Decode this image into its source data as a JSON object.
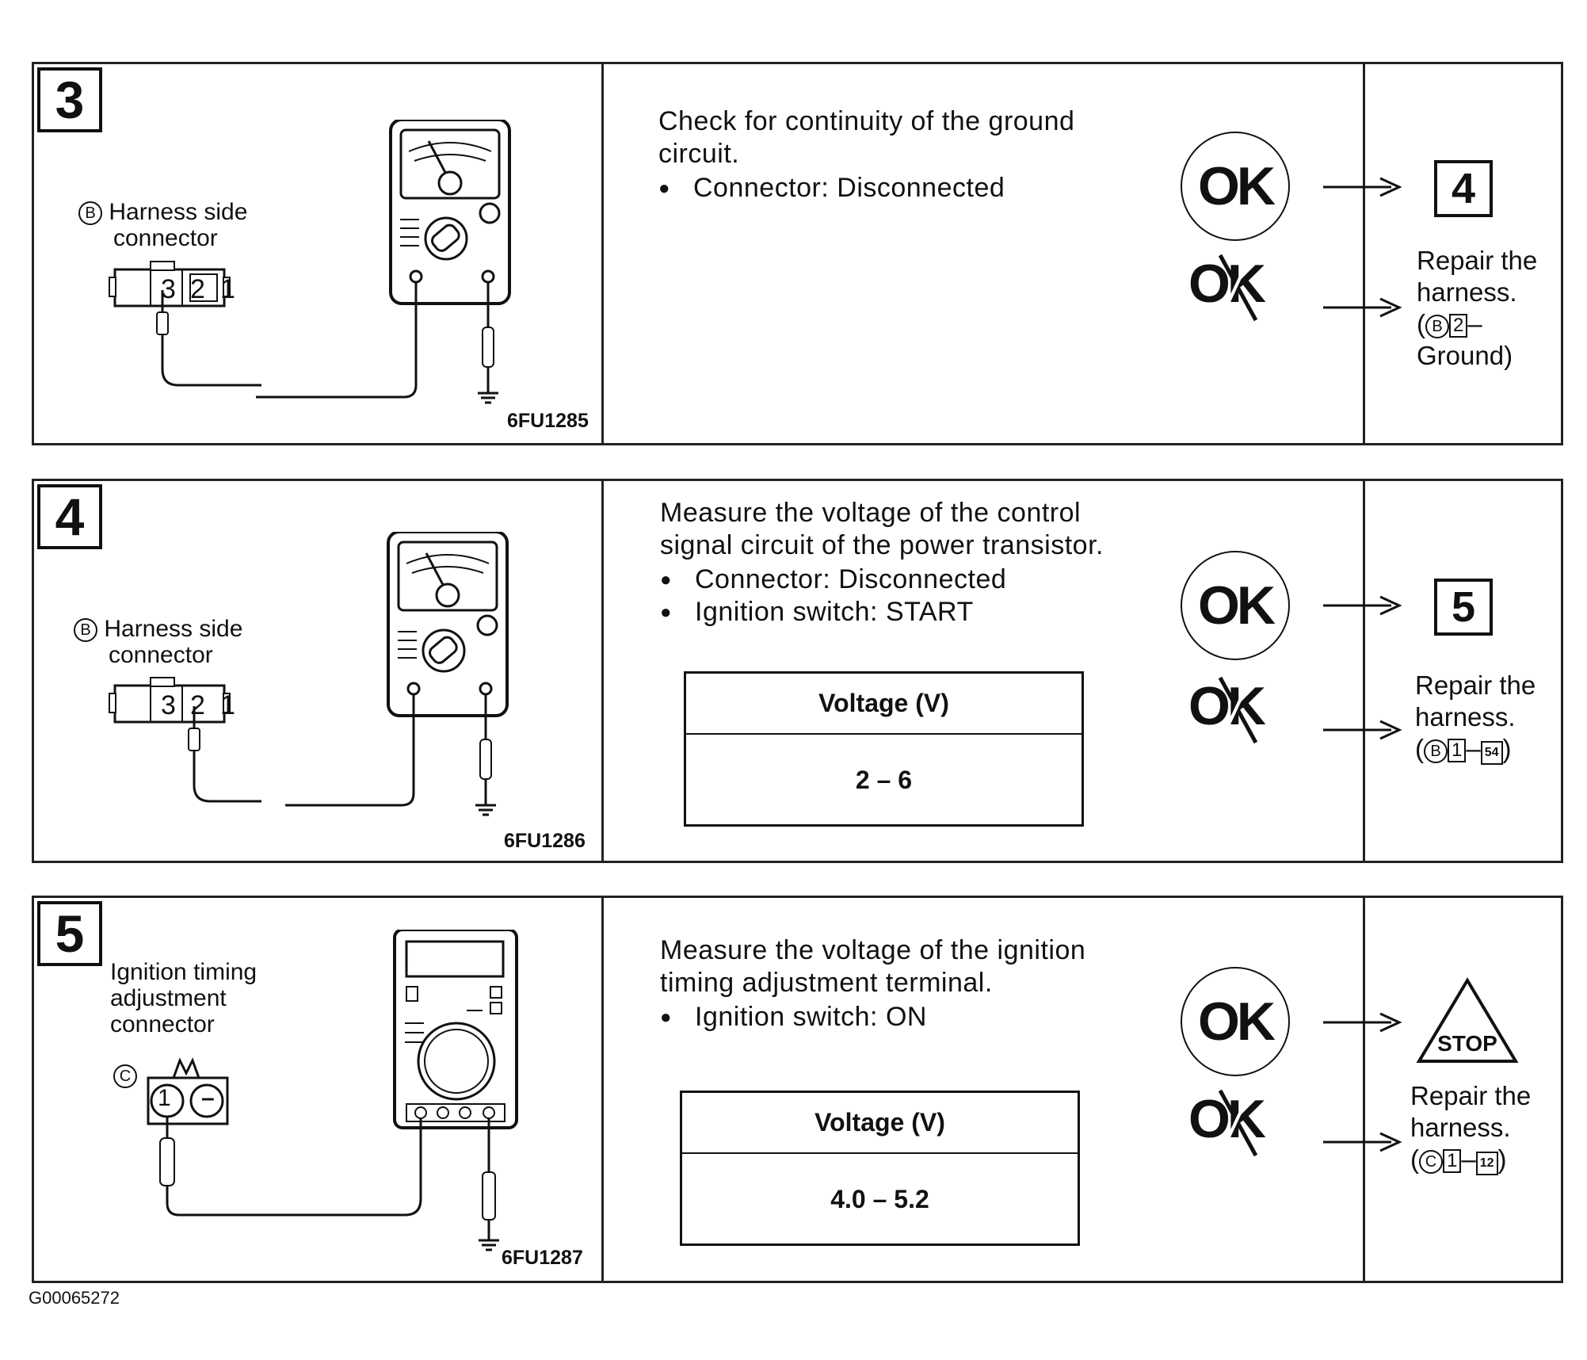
{
  "steps": [
    {
      "number": "3",
      "connector": {
        "marker": "B",
        "label_line1": "Harness side",
        "label_line2": "connector",
        "pins": [
          "3",
          "2",
          "1"
        ]
      },
      "figure_code": "6FU1285",
      "instruction": {
        "title": "Check for continuity of the ground circuit.",
        "bullets": [
          "Connector:  Disconnected"
        ]
      },
      "ok": {
        "label": "OK",
        "next": "4"
      },
      "ng": {
        "label": "OK",
        "repair_line1": "Repair the",
        "repair_line2": "harness.",
        "ref": {
          "open": "(",
          "conn": "B",
          "pin": "2",
          "dash": "–",
          "line4": "Ground)"
        }
      }
    },
    {
      "number": "4",
      "connector": {
        "marker": "B",
        "label_line1": "Harness side",
        "label_line2": "connector",
        "pins": [
          "3",
          "2",
          "1"
        ]
      },
      "figure_code": "6FU1286",
      "instruction": {
        "title": "Measure the voltage of the control signal circuit of the power transistor.",
        "bullets": [
          "Connector:  Disconnected",
          "Ignition switch:  START"
        ]
      },
      "table": {
        "header": "Voltage  (V)",
        "value": "2 – 6"
      },
      "ok": {
        "label": "OK",
        "next": "5"
      },
      "ng": {
        "label": "OK",
        "repair_line1": "Repair the",
        "repair_line2": "harness.",
        "ref": {
          "open": "(",
          "conn": "B",
          "pin": "1",
          "dash": "–",
          "pin2": "54",
          "close": ")"
        }
      }
    },
    {
      "number": "5",
      "connector": {
        "marker": "C",
        "label_line1": "Ignition timing",
        "label_line2": "adjustment",
        "label_line3": "connector",
        "pins": [
          "1",
          "–"
        ]
      },
      "figure_code": "6FU1287",
      "instruction": {
        "title": "Measure the voltage of the ignition timing adjustment terminal.",
        "bullets": [
          "Ignition switch:  ON"
        ]
      },
      "table": {
        "header": "Voltage  (V)",
        "value": "4.0 – 5.2"
      },
      "ok": {
        "label": "OK",
        "stop": "STOP"
      },
      "ng": {
        "label": "OK",
        "repair_line1": "Repair the",
        "repair_line2": "harness.",
        "ref": {
          "open": "(",
          "conn": "C",
          "pin": "1",
          "dash": "–",
          "pin2": "12",
          "close": ")"
        }
      }
    }
  ],
  "footer_code": "G00065272"
}
